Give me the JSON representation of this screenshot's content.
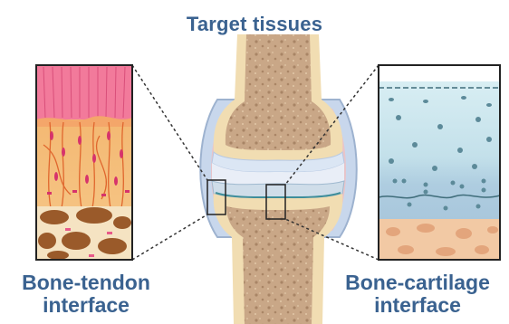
{
  "title": "Target tissues",
  "labels": {
    "left": {
      "line1": "Bone-tendon",
      "line2": "interface"
    },
    "right": {
      "line1": "Bone-cartilage",
      "line2": "interface"
    }
  },
  "colors": {
    "title": "#3a6290",
    "bone": "#c9a787",
    "cortical": "#f0dcb0",
    "cartilage": "#d6e3f2",
    "synovium": "#e7c2c8",
    "tendon_fiber": "#f2a75c",
    "tendon_top": "#f27a9b",
    "cartilage_panel": "#cfe9ef",
    "callout_line": "#333333"
  }
}
